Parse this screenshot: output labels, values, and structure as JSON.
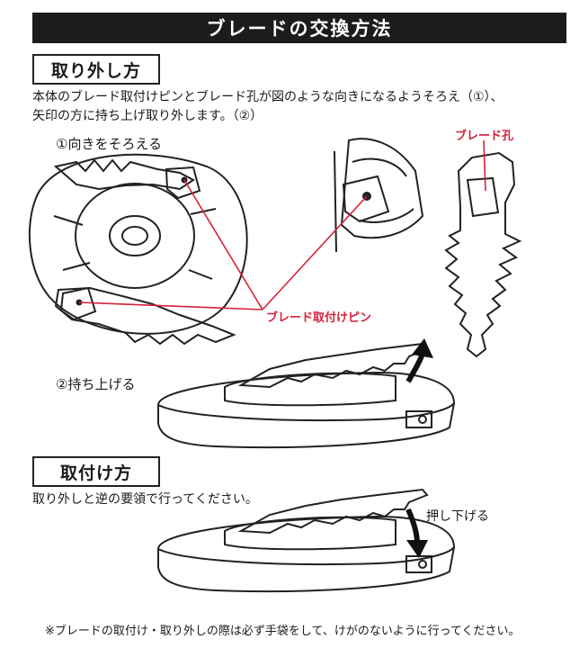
{
  "header": {
    "title": "ブレードの交換方法"
  },
  "removal": {
    "heading": "取り外し方",
    "instruction_line1": "本体のブレード取付けピンとブレード孔が図のような向きになるようそろえ（①）、",
    "instruction_line2": "矢印の方に持ち上げ取り外します。（②）",
    "step1_label": "①向きをそろえる",
    "step2_label": "②持ち上げる",
    "pin_label": "ブレード取付けピン",
    "hole_label": "ブレード孔"
  },
  "attach": {
    "heading": "取付け方",
    "instruction": "取り外しと逆の要領で行ってください。",
    "push_label": "押し下げる"
  },
  "footnote": "※ブレードの取付け・取り外しの際は必ず手袋をして、けがのないように行ってください。",
  "colors": {
    "accent_red": "#d6203a",
    "header_bg": "#1c1c1c"
  }
}
